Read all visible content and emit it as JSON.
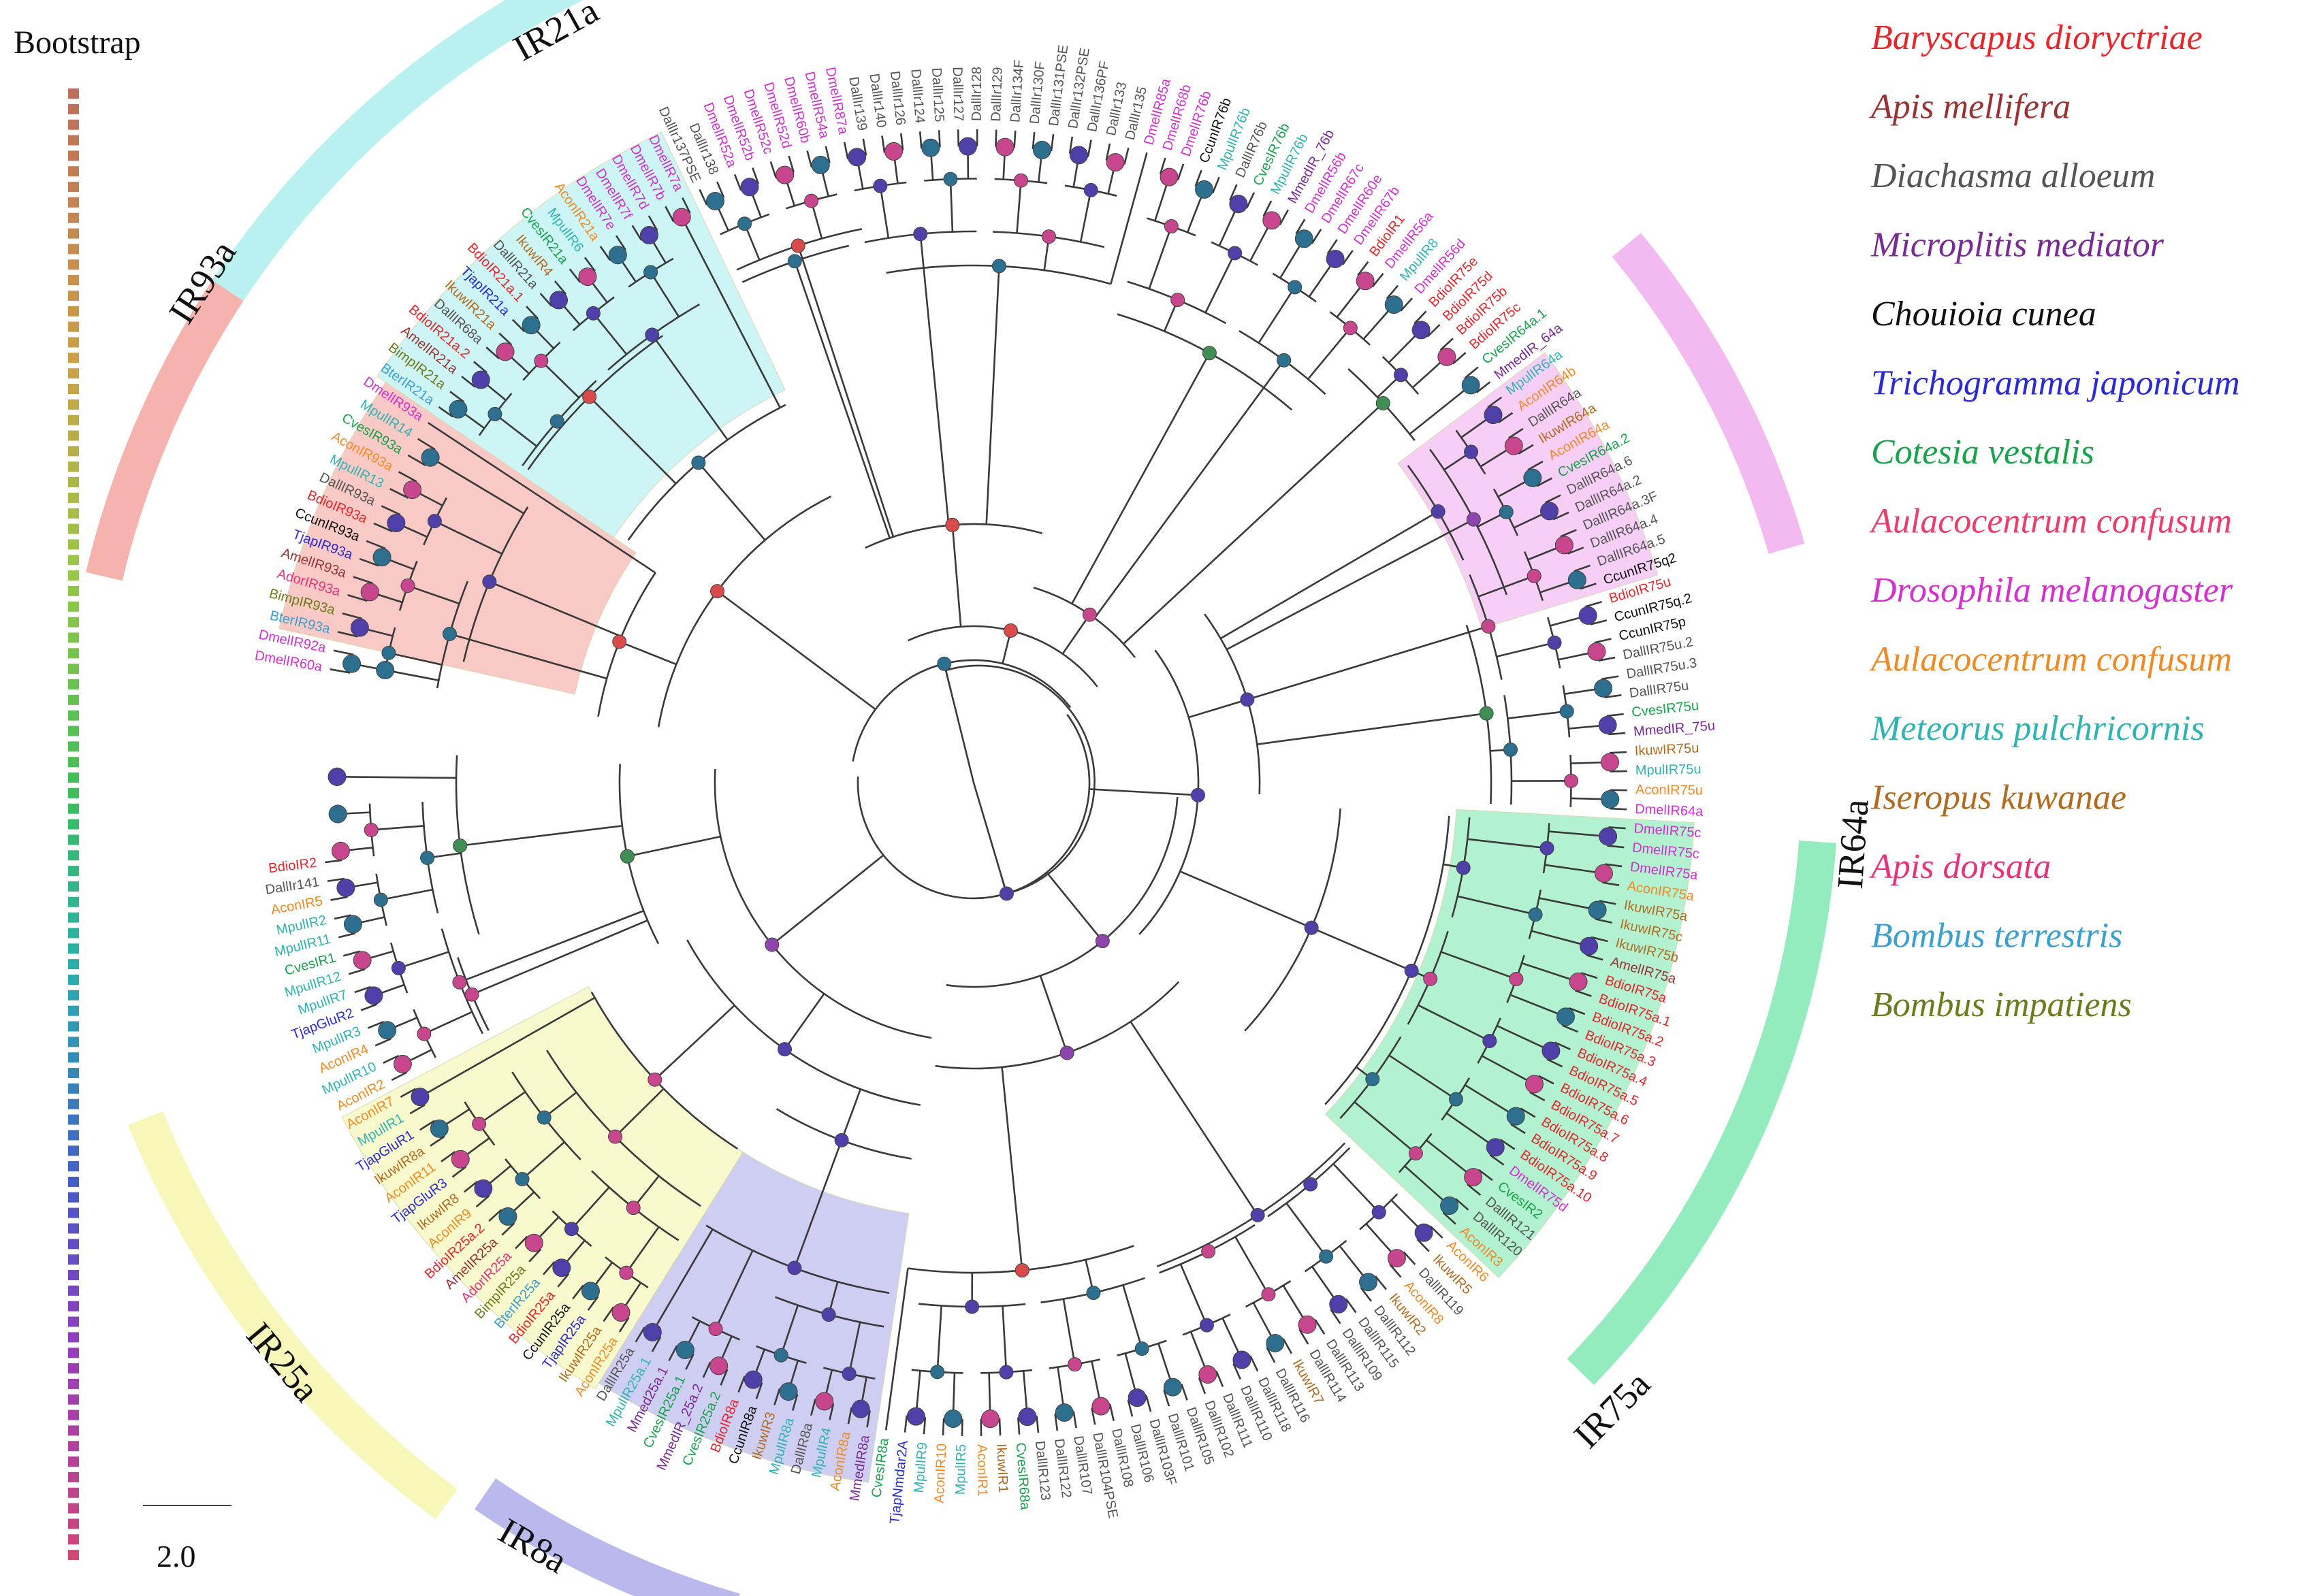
{
  "bootstrap_title": "Bootstrap",
  "scale_label": "2.0",
  "clade_labels": [
    {
      "key": "IR21a",
      "text": "IR21a",
      "color": "#b9f1f1"
    },
    {
      "key": "IR93a",
      "text": "IR93a",
      "color": "#f6b3ad"
    },
    {
      "key": "IR25a",
      "text": "IR25a",
      "color": "#f7f7b9"
    },
    {
      "key": "IR8a",
      "text": "IR8a",
      "color": "#b9b9ee"
    },
    {
      "key": "IR75a",
      "text": "IR75a",
      "color": "#93ecbd"
    },
    {
      "key": "IR64a",
      "text": "IR64a",
      "color": "#f3b9f1"
    }
  ],
  "species_legend": [
    {
      "name": "Baryscapus dioryctriae",
      "color": "#e8252a"
    },
    {
      "name": "Apis mellifera",
      "color": "#993333"
    },
    {
      "name": "Diachasma alloeum",
      "color": "#555555"
    },
    {
      "name": "Microplitis mediator",
      "color": "#7a2a96"
    },
    {
      "name": "Chouioia cunea",
      "color": "#111111"
    },
    {
      "name": "Trichogramma japonicum",
      "color": "#2b2bd6"
    },
    {
      "name": "Cotesia vestalis",
      "color": "#17a34a"
    },
    {
      "name": "Aulacocentrum confusum",
      "color": "#ee3c6a"
    },
    {
      "name": "Drosophila melanogaster",
      "color": "#d52fd1"
    },
    {
      "name": "Aulacocentrum confusum",
      "color": "#f08a24"
    },
    {
      "name": "Meteorus pulchricornis",
      "color": "#2fb4b4"
    },
    {
      "name": "Iseropus kuwanae",
      "color": "#b36b1f"
    },
    {
      "name": "Apis dorsata",
      "color": "#e8327b"
    },
    {
      "name": "Bombus terrestris",
      "color": "#3aa0d0"
    },
    {
      "name": "Bombus impatiens",
      "color": "#6f7a1a"
    }
  ],
  "leaves": [
    {
      "label": "DmelIR60a",
      "color": "#d52fd1"
    },
    {
      "label": "DmelIR92a",
      "color": "#d52fd1"
    },
    {
      "label": "BterIR93a",
      "color": "#3aa0d0"
    },
    {
      "label": "BimpIR93a",
      "color": "#6f7a1a"
    },
    {
      "label": "AdorIR93a",
      "color": "#e8327b"
    },
    {
      "label": "AmelIR93a",
      "color": "#993333"
    },
    {
      "label": "TjapIR93a",
      "color": "#2b2bd6"
    },
    {
      "label": "CcunIR93a",
      "color": "#111111"
    },
    {
      "label": "BdioIR93a",
      "color": "#e8252a"
    },
    {
      "label": "DallIR93a",
      "color": "#555555"
    },
    {
      "label": "MpulIR13",
      "color": "#2fb4b4"
    },
    {
      "label": "AconIR93a",
      "color": "#f08a24"
    },
    {
      "label": "CvesIR93a",
      "color": "#17a34a"
    },
    {
      "label": "MpulIR14",
      "color": "#2fb4b4"
    },
    {
      "label": "DmelIR93a",
      "color": "#d52fd1"
    },
    {
      "label": "BterIR21a",
      "color": "#3aa0d0"
    },
    {
      "label": "BimpIR21a",
      "color": "#6f7a1a"
    },
    {
      "label": "AmelIR21a",
      "color": "#993333"
    },
    {
      "label": "BdioIR21a.2",
      "color": "#e8252a"
    },
    {
      "label": "DallIR68a",
      "color": "#555555"
    },
    {
      "label": "IkuwIR21a",
      "color": "#b36b1f"
    },
    {
      "label": "TjapIR21a",
      "color": "#2b2bd6"
    },
    {
      "label": "BdioIR21a.1",
      "color": "#e8252a"
    },
    {
      "label": "DallIR21a",
      "color": "#555555"
    },
    {
      "label": "IkuwIR4",
      "color": "#b36b1f"
    },
    {
      "label": "CvesIR21a",
      "color": "#17a34a"
    },
    {
      "label": "MpulIR6",
      "color": "#2fb4b4"
    },
    {
      "label": "AconIR21a",
      "color": "#f08a24"
    },
    {
      "label": "DmelIR7e",
      "color": "#d52fd1"
    },
    {
      "label": "DmelIR7f",
      "color": "#d52fd1"
    },
    {
      "label": "DmelIR7d",
      "color": "#d52fd1"
    },
    {
      "label": "DmelIR7b",
      "color": "#d52fd1"
    },
    {
      "label": "DmelIR7a",
      "color": "#d52fd1"
    },
    {
      "label": "DallIr137PSE",
      "color": "#555555"
    },
    {
      "label": "DallIr138",
      "color": "#555555"
    },
    {
      "label": "DmelIR52a",
      "color": "#d52fd1"
    },
    {
      "label": "DmelIR52b",
      "color": "#d52fd1"
    },
    {
      "label": "DmelIR52c",
      "color": "#d52fd1"
    },
    {
      "label": "DmelIR52d",
      "color": "#d52fd1"
    },
    {
      "label": "DmelIR60b",
      "color": "#d52fd1"
    },
    {
      "label": "DmelIR54a",
      "color": "#d52fd1"
    },
    {
      "label": "DmelIR87a",
      "color": "#d52fd1"
    },
    {
      "label": "DallIr139",
      "color": "#555555"
    },
    {
      "label": "DallIr140",
      "color": "#555555"
    },
    {
      "label": "DallIr126",
      "color": "#555555"
    },
    {
      "label": "DallIr124",
      "color": "#555555"
    },
    {
      "label": "DallIr125",
      "color": "#555555"
    },
    {
      "label": "DallIr127",
      "color": "#555555"
    },
    {
      "label": "DallIr128",
      "color": "#555555"
    },
    {
      "label": "DallIr129",
      "color": "#555555"
    },
    {
      "label": "DallIr134F",
      "color": "#555555"
    },
    {
      "label": "DallIr130F",
      "color": "#555555"
    },
    {
      "label": "DallIr131PSE",
      "color": "#555555"
    },
    {
      "label": "DallIr132PSE",
      "color": "#555555"
    },
    {
      "label": "DallIr136PF",
      "color": "#555555"
    },
    {
      "label": "DallIr133",
      "color": "#555555"
    },
    {
      "label": "DallIr135",
      "color": "#555555"
    },
    {
      "label": "DmelIR85a",
      "color": "#d52fd1"
    },
    {
      "label": "DmelIR68b",
      "color": "#d52fd1"
    },
    {
      "label": "DmelIR76b",
      "color": "#d52fd1"
    },
    {
      "label": "CcunIR76b",
      "color": "#111111"
    },
    {
      "label": "MpulIR76b",
      "color": "#2fb4b4"
    },
    {
      "label": "DallIR76b",
      "color": "#555555"
    },
    {
      "label": "CvesIR76b",
      "color": "#17a34a"
    },
    {
      "label": "MpulIR76b",
      "color": "#2fb4b4"
    },
    {
      "label": "MmedIR_76b",
      "color": "#7a2a96"
    },
    {
      "label": "DmelIR56b",
      "color": "#d52fd1"
    },
    {
      "label": "DmelIR67c",
      "color": "#d52fd1"
    },
    {
      "label": "DmelIR60e",
      "color": "#d52fd1"
    },
    {
      "label": "DmelIR67b",
      "color": "#d52fd1"
    },
    {
      "label": "BdioIR1",
      "color": "#e8252a"
    },
    {
      "label": "DmelIR56a",
      "color": "#d52fd1"
    },
    {
      "label": "MpulIR8",
      "color": "#2fb4b4"
    },
    {
      "label": "DmelIR56d",
      "color": "#d52fd1"
    },
    {
      "label": "BdioIR75e",
      "color": "#e8252a"
    },
    {
      "label": "BdioIR75d",
      "color": "#e8252a"
    },
    {
      "label": "BdioIR75b",
      "color": "#e8252a"
    },
    {
      "label": "BdioIR75c",
      "color": "#e8252a"
    },
    {
      "label": "CvesIR64a.1",
      "color": "#17a34a"
    },
    {
      "label": "MmedIR_64a",
      "color": "#7a2a96"
    },
    {
      "label": "MpulIR64a",
      "color": "#2fb4b4"
    },
    {
      "label": "AconIR64b",
      "color": "#f08a24"
    },
    {
      "label": "DallIR64a",
      "color": "#555555"
    },
    {
      "label": "IkuwIR64a",
      "color": "#b36b1f"
    },
    {
      "label": "AconIR64a",
      "color": "#f08a24"
    },
    {
      "label": "CvesIR64a.2",
      "color": "#17a34a"
    },
    {
      "label": "DallIR64a.6",
      "color": "#555555"
    },
    {
      "label": "DallIR64a.2",
      "color": "#555555"
    },
    {
      "label": "DallIR64a.3F",
      "color": "#555555"
    },
    {
      "label": "DallIR64a.4",
      "color": "#555555"
    },
    {
      "label": "DallIR64a.5",
      "color": "#555555"
    },
    {
      "label": "CcunIR75q2",
      "color": "#111111"
    },
    {
      "label": "BdioIR75u",
      "color": "#e8252a"
    },
    {
      "label": "CcunIR75q.2",
      "color": "#111111"
    },
    {
      "label": "CcunIR75p",
      "color": "#111111"
    },
    {
      "label": "DallIR75u.2",
      "color": "#555555"
    },
    {
      "label": "DallIR75u.3",
      "color": "#555555"
    },
    {
      "label": "DallIR75u",
      "color": "#555555"
    },
    {
      "label": "CvesIR75u",
      "color": "#17a34a"
    },
    {
      "label": "MmedIR_75u",
      "color": "#7a2a96"
    },
    {
      "label": "IkuwIR75u",
      "color": "#b36b1f"
    },
    {
      "label": "MpulIR75u",
      "color": "#2fb4b4"
    },
    {
      "label": "AconIR75u",
      "color": "#f08a24"
    },
    {
      "label": "DmelIR64a",
      "color": "#d52fd1"
    },
    {
      "label": "DmelIR75c",
      "color": "#d52fd1"
    },
    {
      "label": "DmelIR75c",
      "color": "#d52fd1"
    },
    {
      "label": "DmelIR75a",
      "color": "#d52fd1"
    },
    {
      "label": "AconIR75a",
      "color": "#f08a24"
    },
    {
      "label": "IkuwIR75a",
      "color": "#b36b1f"
    },
    {
      "label": "IkuwIR75c",
      "color": "#b36b1f"
    },
    {
      "label": "IkuwIR75b",
      "color": "#b36b1f"
    },
    {
      "label": "AmelIR75a",
      "color": "#993333"
    },
    {
      "label": "BdioIR75a",
      "color": "#e8252a"
    },
    {
      "label": "BdioIR75a.1",
      "color": "#e8252a"
    },
    {
      "label": "BdioIR75a.2",
      "color": "#e8252a"
    },
    {
      "label": "BdioIR75a.3",
      "color": "#e8252a"
    },
    {
      "label": "BdioIR75a.4",
      "color": "#e8252a"
    },
    {
      "label": "BdioIR75a.5",
      "color": "#e8252a"
    },
    {
      "label": "BdioIR75a.6",
      "color": "#e8252a"
    },
    {
      "label": "BdioIR75a.7",
      "color": "#e8252a"
    },
    {
      "label": "BdioIR75a.8",
      "color": "#e8252a"
    },
    {
      "label": "BdioIR75a.9",
      "color": "#e8252a"
    },
    {
      "label": "BdioIR75a.10",
      "color": "#e8252a"
    },
    {
      "label": "DmelIR75d",
      "color": "#d52fd1"
    },
    {
      "label": "CvesIR2",
      "color": "#17a34a"
    },
    {
      "label": "DallIR121",
      "color": "#555555"
    },
    {
      "label": "DallIR120",
      "color": "#555555"
    },
    {
      "label": "AconIR3",
      "color": "#f08a24"
    },
    {
      "label": "AconIR6",
      "color": "#f08a24"
    },
    {
      "label": "IkuwIR5",
      "color": "#b36b1f"
    },
    {
      "label": "DallIR119",
      "color": "#555555"
    },
    {
      "label": "AconIR8",
      "color": "#f08a24"
    },
    {
      "label": "IkuwIR2",
      "color": "#b36b1f"
    },
    {
      "label": "DallIR112",
      "color": "#555555"
    },
    {
      "label": "DallIR115",
      "color": "#555555"
    },
    {
      "label": "DallIR109",
      "color": "#555555"
    },
    {
      "label": "DallIR113",
      "color": "#555555"
    },
    {
      "label": "DallIR114",
      "color": "#555555"
    },
    {
      "label": "IkuwIR7",
      "color": "#b36b1f"
    },
    {
      "label": "DallIR116",
      "color": "#555555"
    },
    {
      "label": "DallIR118",
      "color": "#555555"
    },
    {
      "label": "DallIR110",
      "color": "#555555"
    },
    {
      "label": "DallIR111",
      "color": "#555555"
    },
    {
      "label": "DallIR102",
      "color": "#555555"
    },
    {
      "label": "DallIR105",
      "color": "#555555"
    },
    {
      "label": "DallIR101",
      "color": "#555555"
    },
    {
      "label": "DallIR103F",
      "color": "#555555"
    },
    {
      "label": "DallIR106",
      "color": "#555555"
    },
    {
      "label": "DallIR108",
      "color": "#555555"
    },
    {
      "label": "DallIR104PSE",
      "color": "#555555"
    },
    {
      "label": "DallIR107",
      "color": "#555555"
    },
    {
      "label": "DallIR122",
      "color": "#555555"
    },
    {
      "label": "DallIR123",
      "color": "#555555"
    },
    {
      "label": "CvesIR68a",
      "color": "#17a34a"
    },
    {
      "label": "IkuwIR1",
      "color": "#b36b1f"
    },
    {
      "label": "AconIR1",
      "color": "#f08a24"
    },
    {
      "label": "MpulIR5",
      "color": "#2fb4b4"
    },
    {
      "label": "AconIR10",
      "color": "#f08a24"
    },
    {
      "label": "MpulIR9",
      "color": "#2fb4b4"
    },
    {
      "label": "TjapNmdar2A",
      "color": "#2b2bd6"
    },
    {
      "label": "CvesIR8a",
      "color": "#17a34a"
    },
    {
      "label": "MmedIR8a",
      "color": "#7a2a96"
    },
    {
      "label": "AconIR8a",
      "color": "#f08a24"
    },
    {
      "label": "MpulIR4",
      "color": "#2fb4b4"
    },
    {
      "label": "DallIR8a",
      "color": "#555555"
    },
    {
      "label": "MpulIR8a",
      "color": "#2fb4b4"
    },
    {
      "label": "IkuwIR3",
      "color": "#b36b1f"
    },
    {
      "label": "CcunIR8a",
      "color": "#111111"
    },
    {
      "label": "BdioIR8a",
      "color": "#e8252a"
    },
    {
      "label": "CvesIR25a.2",
      "color": "#17a34a"
    },
    {
      "label": "MmedIR_25a.2",
      "color": "#7a2a96"
    },
    {
      "label": "CvesIR25a.1",
      "color": "#17a34a"
    },
    {
      "label": "Mmed25a.1",
      "color": "#7a2a96"
    },
    {
      "label": "MpulIR25a.1",
      "color": "#2fb4b4"
    },
    {
      "label": "DallIR25a",
      "color": "#555555"
    },
    {
      "label": "AconIR25a",
      "color": "#f08a24"
    },
    {
      "label": "IkuwIR25a",
      "color": "#b36b1f"
    },
    {
      "label": "TjapIR25a",
      "color": "#2b2bd6"
    },
    {
      "label": "CcunIR25a",
      "color": "#111111"
    },
    {
      "label": "BdioIR25a",
      "color": "#e8252a"
    },
    {
      "label": "BterIR25a",
      "color": "#3aa0d0"
    },
    {
      "label": "BimpIR25a",
      "color": "#6f7a1a"
    },
    {
      "label": "AdorIR25a",
      "color": "#e8327b"
    },
    {
      "label": "AmelIR25a",
      "color": "#993333"
    },
    {
      "label": "BdioIR25a.2",
      "color": "#e8252a"
    },
    {
      "label": "AconIR9",
      "color": "#f08a24"
    },
    {
      "label": "IkuwIR8",
      "color": "#b36b1f"
    },
    {
      "label": "TjapGluR3",
      "color": "#2b2bd6"
    },
    {
      "label": "AconIR11",
      "color": "#f08a24"
    },
    {
      "label": "IkuwIR8a",
      "color": "#b36b1f"
    },
    {
      "label": "TjapGluR1",
      "color": "#2b2bd6"
    },
    {
      "label": "MpulIR1",
      "color": "#2fb4b4"
    },
    {
      "label": "AconIR7",
      "color": "#f08a24"
    },
    {
      "label": "AconIR2",
      "color": "#f08a24"
    },
    {
      "label": "MpulIR10",
      "color": "#2fb4b4"
    },
    {
      "label": "AconIR4",
      "color": "#f08a24"
    },
    {
      "label": "MpulIR3",
      "color": "#2fb4b4"
    },
    {
      "label": "TjapGluR2",
      "color": "#2b2bd6"
    },
    {
      "label": "MpulIR7",
      "color": "#2fb4b4"
    },
    {
      "label": "MpulIR12",
      "color": "#2fb4b4"
    },
    {
      "label": "CvesIR1",
      "color": "#17a34a"
    },
    {
      "label": "MpulIR11",
      "color": "#2fb4b4"
    },
    {
      "label": "MpulIR2",
      "color": "#2fb4b4"
    },
    {
      "label": "AconIR5",
      "color": "#f08a24"
    },
    {
      "label": "DallIr141",
      "color": "#555555"
    },
    {
      "label": "BdioIR2",
      "color": "#e8252a"
    }
  ]
}
